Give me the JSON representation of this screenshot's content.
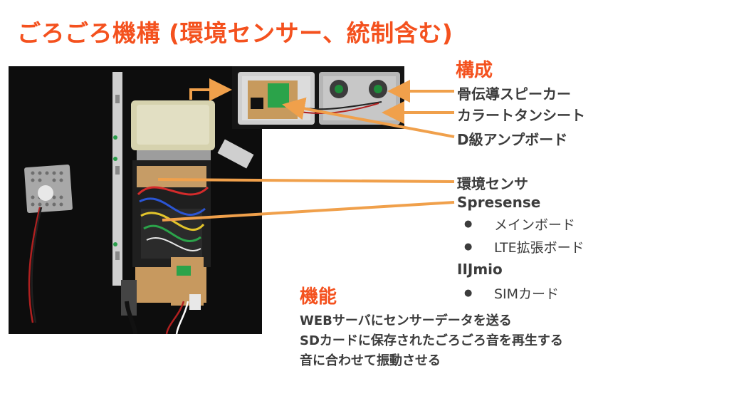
{
  "title": "ごろごろ機構 (環境センサー、統制含む)",
  "composition": {
    "heading": "構成",
    "parts": [
      "骨伝導スピーカー",
      "カラートタンシート",
      "D級アンプボード"
    ],
    "env_sensor": "環境センサ",
    "spresense": {
      "label": "Spresense",
      "items": [
        "メインボード",
        "LTE拡張ボード"
      ]
    },
    "iijmio": {
      "label": "IIJmio",
      "items": [
        "SIMカード"
      ]
    }
  },
  "functions": {
    "heading": "機能",
    "items": [
      "WEBサーバにセンサーデータを送る",
      "SDカードに保存されたごろごろ音を再生する",
      "音に合わせて振動させる"
    ]
  },
  "bullet_symbol": "●",
  "colors": {
    "accent": "#f4511e",
    "arrow": "#f0a04b",
    "text": "#3c3c3c"
  }
}
